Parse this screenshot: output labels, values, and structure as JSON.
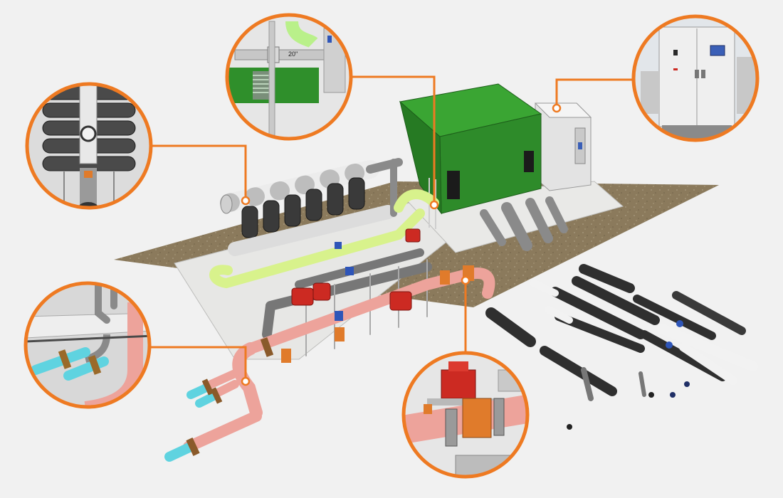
{
  "background": "#f1f1f1",
  "accent": "#ee7a22",
  "palette": {
    "soil": "#8b7a5c",
    "slab": "#e7e7e5",
    "green_housing": "#2e8b2a",
    "panel": "#e6e6e6",
    "pink_pipe": "#eda39b",
    "lime_pipe": "#d8f28c",
    "grey_pipe": "#7a7a7a",
    "dark_pipe": "#2f2f2f",
    "white_pipe": "#f2f2f2",
    "cyan_pipe": "#5fd3e0",
    "valve_red": "#cc2a22",
    "valve_orange": "#e07b2b"
  },
  "callouts": [
    {
      "id": "filter-manifold-detail",
      "subject": "filter-manifold"
    },
    {
      "id": "green-housing-detail",
      "subject": "green-housing",
      "label": "20\""
    },
    {
      "id": "control-panel-detail",
      "subject": "control-panel"
    },
    {
      "id": "inlet-pipes-detail",
      "subject": "inlet-pipes"
    },
    {
      "id": "valve-assembly-detail",
      "subject": "valve-assembly"
    }
  ],
  "green_housing_label": "20\""
}
